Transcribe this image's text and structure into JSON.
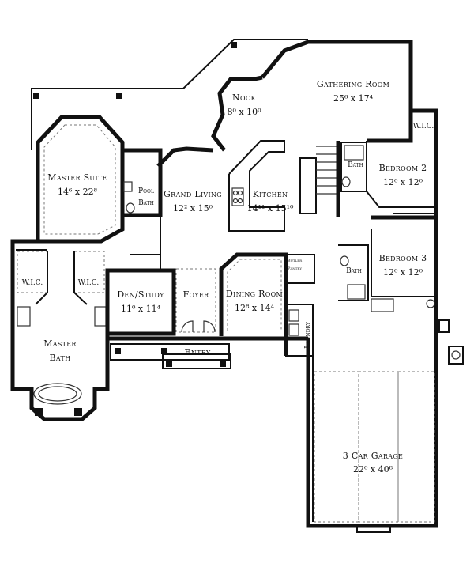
{
  "plan": {
    "rooms": [
      {
        "id": "gathering-room",
        "name": "Gathering Room",
        "dims": "25⁶ x 17⁴"
      },
      {
        "id": "nook",
        "name": "Nook",
        "dims": "8⁰ x 10⁰"
      },
      {
        "id": "master-suite",
        "name": "Master Suite",
        "dims": "14⁶ x 22⁸"
      },
      {
        "id": "grand-living",
        "name": "Grand Living",
        "dims": "12² x 15⁰"
      },
      {
        "id": "kitchen",
        "name": "Kitchen",
        "dims": "14¹¹ x 15¹⁰"
      },
      {
        "id": "bedroom-2",
        "name": "Bedroom 2",
        "dims": "12⁰ x 12⁰"
      },
      {
        "id": "bedroom-3",
        "name": "Bedroom 3",
        "dims": "12⁰ x 12⁰"
      },
      {
        "id": "den-study",
        "name": "Den/Study",
        "dims": "11⁰ x 11⁴"
      },
      {
        "id": "dining-room",
        "name": "Dining Room",
        "dims": "12⁸ x 14⁴"
      },
      {
        "id": "garage",
        "name": "3 Car Garage",
        "dims": "22⁰ x 40⁸"
      }
    ],
    "labels": {
      "pool": "Pool",
      "bath": "Bath",
      "wic": "W.I.C.",
      "master": "Master",
      "foyer": "Foyer",
      "entry": "Entry",
      "laundry": "Laundry",
      "butler": "Butler",
      "pantry": "Pantry"
    }
  }
}
